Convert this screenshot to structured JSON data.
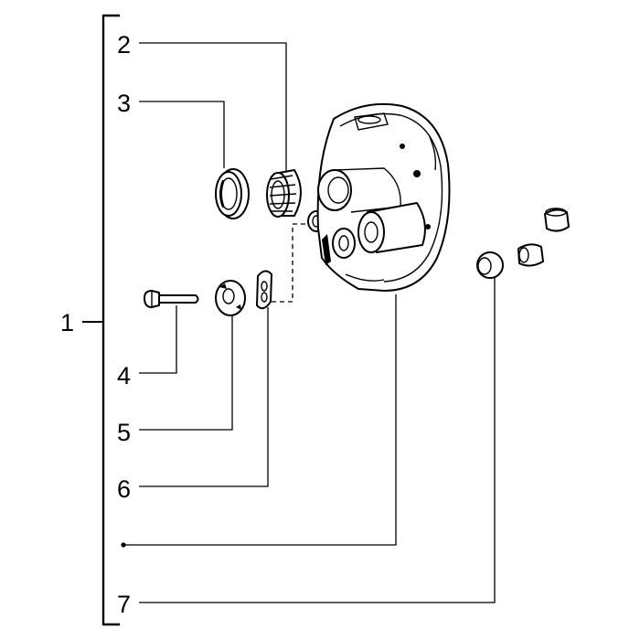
{
  "diagram": {
    "assembly_label": "1",
    "callouts": [
      "2",
      "3",
      "4",
      "5",
      "6",
      "7"
    ]
  }
}
